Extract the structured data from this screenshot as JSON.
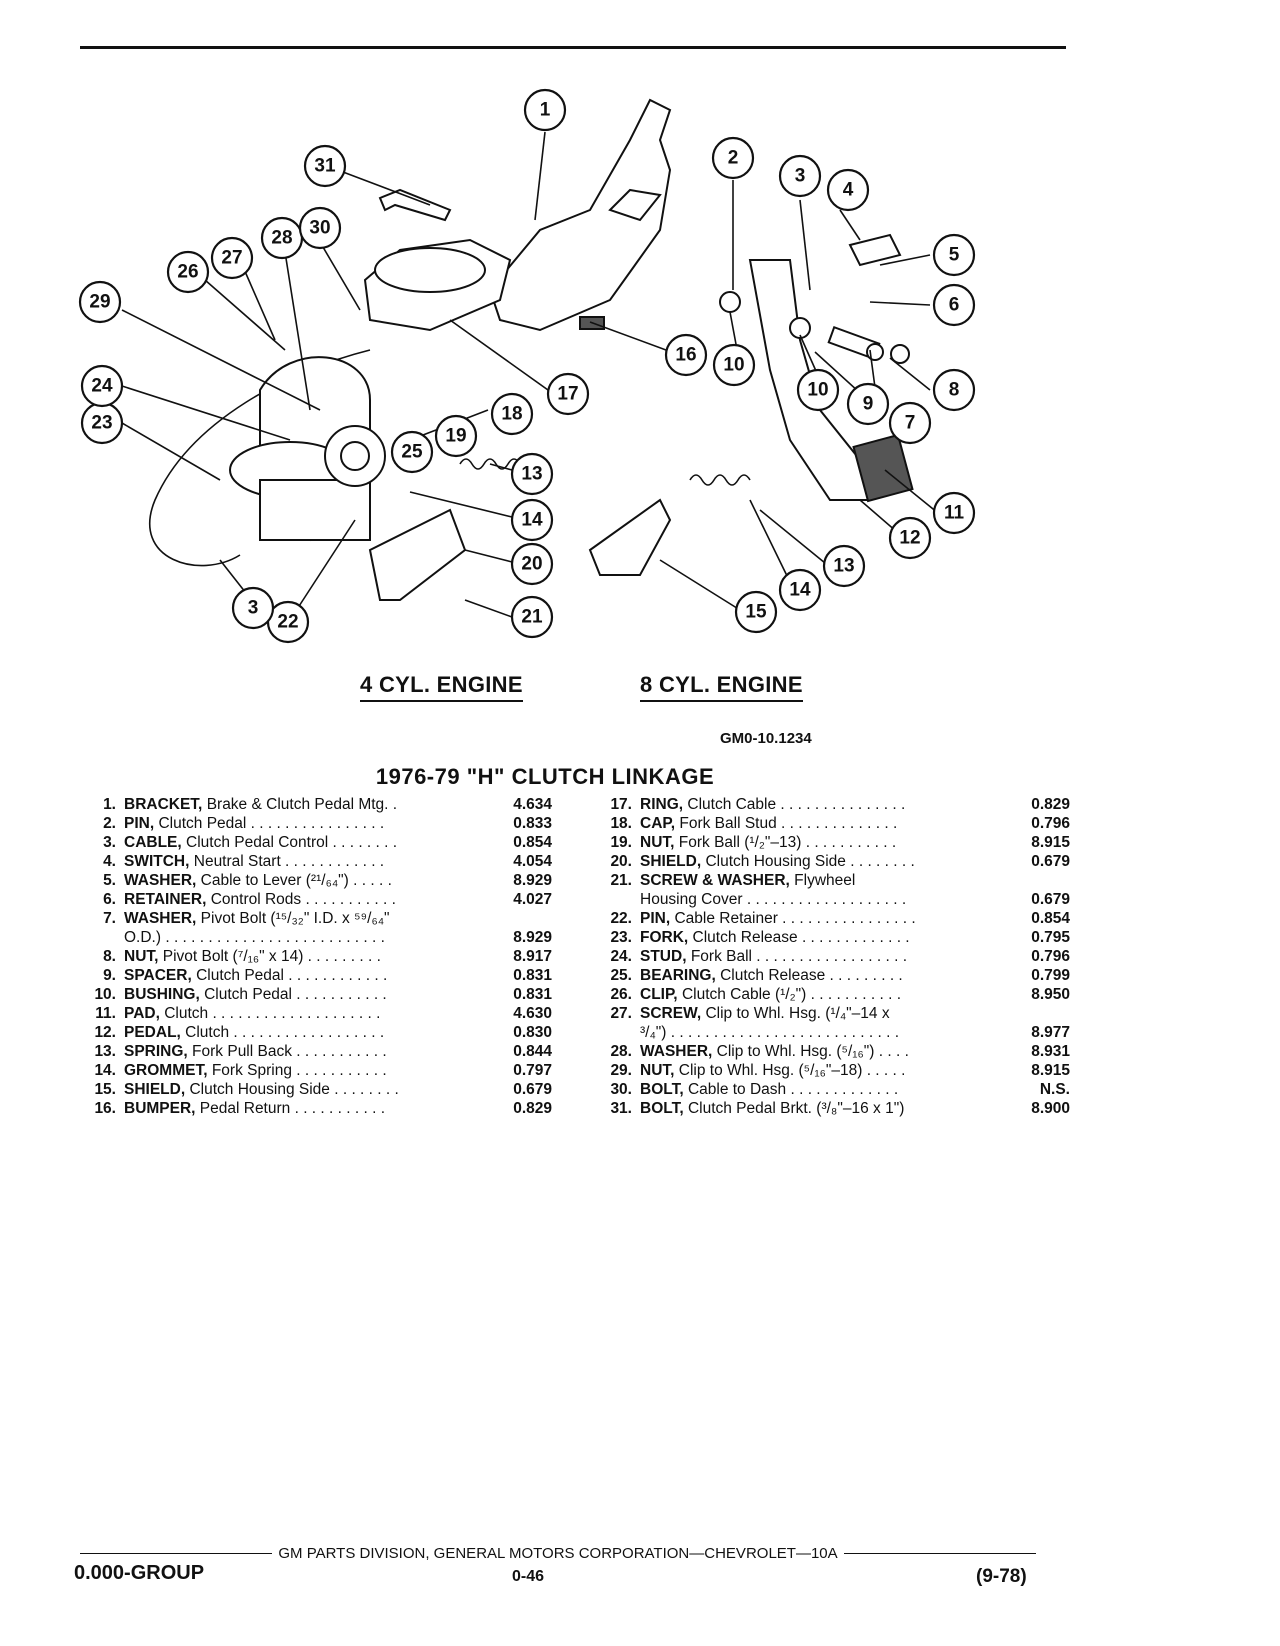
{
  "diagram": {
    "callouts": [
      "1",
      "2",
      "3",
      "4",
      "5",
      "6",
      "7",
      "8",
      "9",
      "10",
      "10",
      "11",
      "12",
      "13",
      "13",
      "14",
      "14",
      "15",
      "16",
      "17",
      "18",
      "19",
      "20",
      "21",
      "22",
      "23",
      "24",
      "25",
      "26",
      "27",
      "28",
      "29",
      "30",
      "31",
      "3"
    ],
    "engine_labels": {
      "four_cyl": "4 CYL. ENGINE",
      "eight_cyl": "8 CYL. ENGINE"
    },
    "ref_code": "GM0-10.1234"
  },
  "section_title": "1976-79 \"H\" CLUTCH LINKAGE",
  "parts_left": [
    {
      "num": "1.",
      "name": "BRACKET,",
      "desc": "Brake & Clutch Pedal Mtg. .",
      "group": "4.634"
    },
    {
      "num": "2.",
      "name": "PIN,",
      "desc": "Clutch Pedal . . . . . . . . . . . . . . . .",
      "group": "0.833"
    },
    {
      "num": "3.",
      "name": "CABLE,",
      "desc": "Clutch Pedal Control . . . . . . . .",
      "group": "0.854"
    },
    {
      "num": "4.",
      "name": "SWITCH,",
      "desc": "Neutral Start . . . . . . . . . . . .",
      "group": "4.054"
    },
    {
      "num": "5.",
      "name": "WASHER,",
      "desc": "Cable to Lever (²¹/₆₄\") . . . . .",
      "group": "8.929"
    },
    {
      "num": "6.",
      "name": "RETAINER,",
      "desc": "Control Rods . . . . . . . . . . .",
      "group": "4.027"
    },
    {
      "num": "7.",
      "name": "WASHER,",
      "desc": "Pivot Bolt (¹⁵/₃₂\" I.D. x ⁵⁹/₆₄\"",
      "group": ""
    },
    {
      "num": "",
      "name": "",
      "desc": "O.D.) . . . . . . . . . . . . . . . . . . . . . . . . . .",
      "group": "8.929"
    },
    {
      "num": "8.",
      "name": "NUT,",
      "desc": "Pivot Bolt (⁷/₁₆\" x 14) . . . . . . . . .",
      "group": "8.917"
    },
    {
      "num": "9.",
      "name": "SPACER,",
      "desc": "Clutch Pedal . . . . . . . . . . . .",
      "group": "0.831"
    },
    {
      "num": "10.",
      "name": "BUSHING,",
      "desc": "Clutch Pedal . . . . . . . . . . .",
      "group": "0.831"
    },
    {
      "num": "11.",
      "name": "PAD,",
      "desc": "Clutch . . . . . . . . . . . . . . . . . . . .",
      "group": "4.630"
    },
    {
      "num": "12.",
      "name": "PEDAL,",
      "desc": "Clutch . . . . . . . . . . . . . . . . . .",
      "group": "0.830"
    },
    {
      "num": "13.",
      "name": "SPRING,",
      "desc": "Fork Pull Back . . . . . . . . . . .",
      "group": "0.844"
    },
    {
      "num": "14.",
      "name": "GROMMET,",
      "desc": "Fork Spring . . . . . . . . . . .",
      "group": "0.797"
    },
    {
      "num": "15.",
      "name": "SHIELD,",
      "desc": "Clutch Housing Side . . . . . . . .",
      "group": "0.679"
    },
    {
      "num": "16.",
      "name": "BUMPER,",
      "desc": "Pedal Return . . . . . . . . . . .",
      "group": "0.829"
    }
  ],
  "parts_right": [
    {
      "num": "17.",
      "name": "RING,",
      "desc": "Clutch Cable . . . . . . . . . . . . . . .",
      "group": "0.829"
    },
    {
      "num": "18.",
      "name": "CAP,",
      "desc": "Fork Ball Stud . . . . . . . . . . . . . .",
      "group": "0.796"
    },
    {
      "num": "19.",
      "name": "NUT,",
      "desc": "Fork Ball (¹/₂\"–13) . . . . . . . . . . .",
      "group": "8.915"
    },
    {
      "num": "20.",
      "name": "SHIELD,",
      "desc": "Clutch Housing Side . . . . . . . .",
      "group": "0.679"
    },
    {
      "num": "21.",
      "name": "SCREW & WASHER,",
      "desc": "Flywheel",
      "group": ""
    },
    {
      "num": "",
      "name": "",
      "desc": "Housing Cover . . . . . . . . . . . . . . . . . . .",
      "group": "0.679"
    },
    {
      "num": "22.",
      "name": "PIN,",
      "desc": "Cable Retainer . . . . . . . . . . . . . . . .",
      "group": "0.854"
    },
    {
      "num": "23.",
      "name": "FORK,",
      "desc": "Clutch Release . . . . . . . . . . . . .",
      "group": "0.795"
    },
    {
      "num": "24.",
      "name": "STUD,",
      "desc": "Fork Ball . . . . . . . . . . . . . . . . . .",
      "group": "0.796"
    },
    {
      "num": "25.",
      "name": "BEARING,",
      "desc": "Clutch Release . . . . . . . . .",
      "group": "0.799"
    },
    {
      "num": "26.",
      "name": "CLIP,",
      "desc": "Clutch Cable (¹/₂\") . . . . . . . . . . .",
      "group": "8.950"
    },
    {
      "num": "27.",
      "name": "SCREW,",
      "desc": "Clip to Whl. Hsg. (¹/₄\"–14 x",
      "group": ""
    },
    {
      "num": "",
      "name": "",
      "desc": "³/₄\") . . . . . . . . . . . . . . . . . . . . . . . . . . .",
      "group": "8.977"
    },
    {
      "num": "28.",
      "name": "WASHER,",
      "desc": "Clip to Whl. Hsg. (⁵/₁₆\") . . . .",
      "group": "8.931"
    },
    {
      "num": "29.",
      "name": "NUT,",
      "desc": "Clip to Whl. Hsg. (⁵/₁₆\"–18) . . . . .",
      "group": "8.915"
    },
    {
      "num": "30.",
      "name": "BOLT,",
      "desc": "Cable to Dash . . . . . . . . . . . . .",
      "group": "N.S."
    },
    {
      "num": "31.",
      "name": "BOLT,",
      "desc": "Clutch Pedal Brkt. (³/₈\"–16 x 1\")",
      "group": "8.900"
    }
  ],
  "footer": {
    "division": "GM PARTS DIVISION, GENERAL MOTORS CORPORATION—CHEVROLET—10A",
    "group": "0.000-GROUP",
    "page": "0-46",
    "date": "(9-78)"
  }
}
